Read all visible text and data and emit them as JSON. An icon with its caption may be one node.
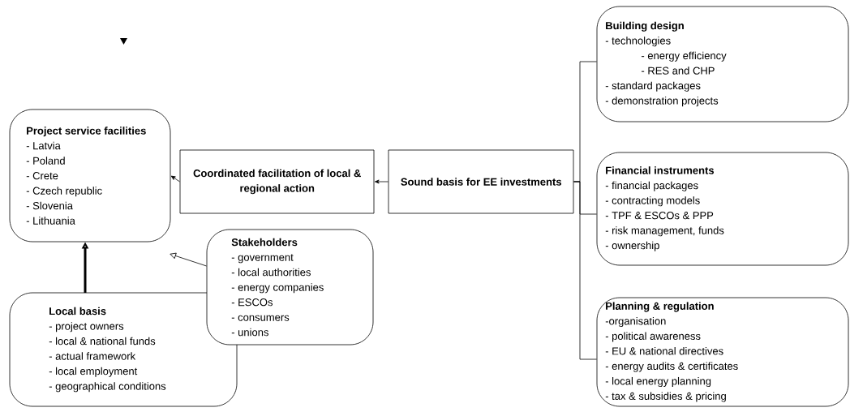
{
  "diagram": {
    "nodes": [
      {
        "text": [
          "Project service facilities",
          "- Latvia",
          "- Poland",
          "- Crete",
          "- Czech republic",
          "- Slovenia",
          "- Lithuania"
        ]
      },
      {
        "text": [
          "Coordinated facilitation of local & regional action"
        ]
      },
      {
        "text": [
          "Sound basis for EE investments"
        ]
      },
      {
        "text": [
          "Building design",
          "- technologies",
          "- energy efficiency",
          "- RES and CHP",
          "- standard packages",
          "- demonstration projects"
        ]
      },
      {
        "text": [
          "Financial instruments",
          "- financial packages",
          "- contracting models",
          "- TPF & ESCOs &  PPP",
          "- risk management, funds",
          "- ownership"
        ]
      },
      {
        "text": [
          "Planning & regulation",
          "-organisation",
          "- political awareness",
          "- EU & national directives",
          "- energy audits & certificates",
          "- local energy planning",
          "- tax & subsidies & pricing"
        ]
      },
      {
        "text": [
          "Stakeholders",
          "- government",
          "- local authorities",
          "- energy companies",
          "- ESCOs",
          "- consumers",
          "- unions"
        ]
      },
      {
        "text": [
          "Local basis",
          "- project owners",
          "- local & national funds",
          "- actual framework",
          "- local employment",
          "- geographical conditions"
        ]
      }
    ],
    "edges": [
      {
        "from": 1,
        "to": 0,
        "arrow": "to"
      },
      {
        "from": 2,
        "to": 1,
        "arrow": "to"
      },
      {
        "from": 2,
        "to": 3,
        "arrow": "none"
      },
      {
        "from": 2,
        "to": 4,
        "arrow": "none"
      },
      {
        "from": 2,
        "to": 5,
        "arrow": "none"
      },
      {
        "from": 6,
        "to": 0,
        "arrow": "to"
      },
      {
        "from": 7,
        "to": 0,
        "arrow": "to",
        "style": "thick"
      }
    ]
  }
}
